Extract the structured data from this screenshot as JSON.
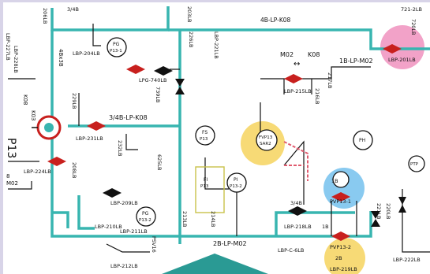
{
  "colors": {
    "frame": "#d8d4e8",
    "paper": "#ffffff",
    "pipe": "#38b5b0",
    "line": "#111111",
    "valve_red": "#c8201e",
    "hatch_red": "#e05a6e",
    "highlight_pink": "#e8559a",
    "highlight_yellow": "#f2c21a",
    "highlight_blue": "#3aa7e6",
    "teal_banner": "#2a9a94"
  },
  "lines": {
    "top_line": "4B-LP-K08",
    "main_upper_right": "1B-LP-M02",
    "mid_left": "3/4B-LP-K08",
    "bottom_main": "2B-LP-M02",
    "left_vertical": "4Bx3B",
    "left_size_top": "3/4B",
    "left_size_k08": "K08",
    "left_size_k03": "K03",
    "left_pump": "P13",
    "left_m02": "M02"
  },
  "valves": {
    "top_left_1": "LBP-227LB",
    "top_left_2": "LBP-228LB",
    "top_left_206": "206LB",
    "top_left_204": "LBP-204LB",
    "top_mid_203": "203LB",
    "top_mid_226": "226LB",
    "top_mid_221": "LBP-221LB",
    "top_right_201": "LBP-201LB",
    "top_right_721": "721-2LB",
    "top_right_720": "720LB",
    "mid_229": "229LB",
    "mid_231": "LBP-231LB",
    "mid_232": "232LB",
    "mid_740": "LPG-740LB",
    "mid_739": "739LB",
    "mid_215": "LBP-215LB",
    "mid_216": "216LB",
    "mid_217": "217LB",
    "mid_625": "625LB",
    "low_224": "LBP-224LB",
    "low_208": "208LB",
    "low_209": "LBP-209LB",
    "low_210": "LBP-210LB",
    "low_211": "LBP-211LB",
    "low_212": "LBP-212LB",
    "low_213": "213LB",
    "low_214": "214LB",
    "low_218": "LBP-218LB",
    "low_c6": "LBP-C-6LB",
    "low_219": "LBP-219LB",
    "low_221b": "221LB",
    "low_220": "220LB",
    "low_222": "LBP-222LB",
    "low_3_4_b": "3/4B",
    "low_1b": "1B",
    "low_2b": "2B",
    "low_psv": "PSV16"
  },
  "instruments": {
    "pg_top": "PG",
    "pg_top_tag": "P13-1",
    "pi_right": "PI",
    "pi_right_tag": "P13-2",
    "pg_low": "PG",
    "pg_low_tag": "P13-2",
    "fs": "FS",
    "fs_tag": "P13",
    "fi": "FI",
    "fi_tag": "P13",
    "fvp": "FVP13",
    "fvp_sub": "SAR2",
    "pvp1": "PVP13-1",
    "pvp2": "PVP13-2",
    "pvp_size": "1B",
    "ph": "PH",
    "ptp": "PTP"
  },
  "annotations": {
    "m02": "M02",
    "k08": "K08",
    "arrow": "↔",
    "size_8": "8"
  }
}
